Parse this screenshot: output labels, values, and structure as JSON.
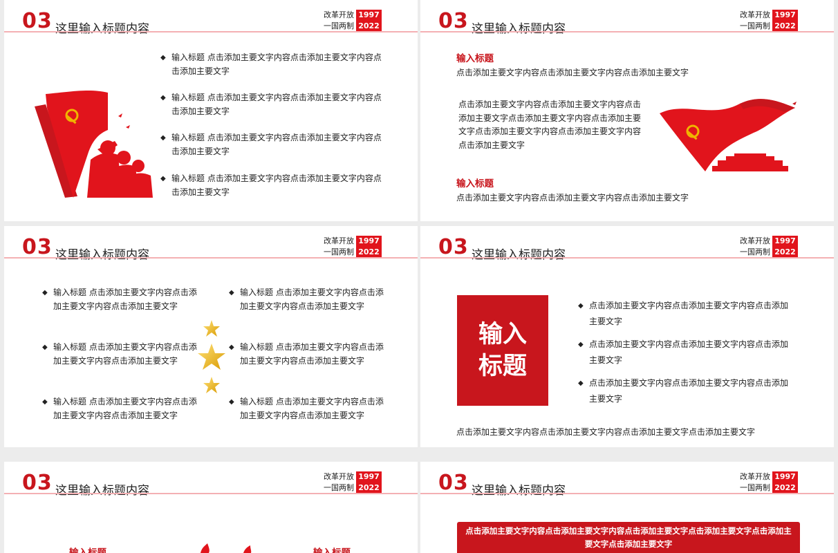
{
  "header": {
    "num": "03",
    "title": "这里输入标题内容",
    "slogan1": "改革开放",
    "slogan2": "一国两制",
    "year1": "1997",
    "year2": "2022"
  },
  "colors": {
    "accent": "#c8161d",
    "bright_red": "#e1141c",
    "gold": "#f0b400"
  },
  "slide1": {
    "bullets": [
      {
        "lead": "输入标题",
        "text": " 点击添加主要文字内容点击添加主要文字内容点击添加主要文字"
      },
      {
        "lead": "输入标题",
        "text": " 点击添加主要文字内容点击添加主要文字内容点击添加主要文字"
      },
      {
        "lead": "输入标题",
        "text": " 点击添加主要文字内容点击添加主要文字内容点击添加主要文字"
      },
      {
        "lead": "输入标题",
        "text": " 点击添加主要文字内容点击添加主要文字内容点击添加主要文字"
      }
    ]
  },
  "slide2": {
    "heading1": "输入标题",
    "line1": "点击添加主要文字内容点击添加主要文字内容点击添加主要文字",
    "para": "点击添加主要文字内容点击添加主要文字内容点击添加主要文字点击添加主要文字内容点击添加主要文字点击添加主要文字内容点击添加主要文字内容点击添加主要文字",
    "heading2": "输入标题",
    "line2": "点击添加主要文字内容点击添加主要文字内容点击添加主要文字"
  },
  "slide3": {
    "left": [
      {
        "lead": "输入标题",
        "text": " 点击添加主要文字内容点击添加主要文字内容点击添加主要文字"
      },
      {
        "lead": "输入标题",
        "text": " 点击添加主要文字内容点击添加主要文字内容点击添加主要文字"
      },
      {
        "lead": "输入标题",
        "text": " 点击添加主要文字内容点击添加主要文字内容点击添加主要文字"
      }
    ],
    "right": [
      {
        "lead": "输入标题",
        "text": " 点击添加主要文字内容点击添加主要文字内容点击添加主要文字"
      },
      {
        "lead": "输入标题",
        "text": " 点击添加主要文字内容点击添加主要文字内容点击添加主要文字"
      },
      {
        "lead": "输入标题",
        "text": " 点击添加主要文字内容点击添加主要文字内容点击添加主要文字"
      }
    ]
  },
  "slide4": {
    "box_line1": "输入",
    "box_line2": "标题",
    "bullets": [
      "点击添加主要文字内容点击添加主要文字内容点击添加主要文字",
      "点击添加主要文字内容点击添加主要文字内容点击添加主要文字",
      "点击添加主要文字内容点击添加主要文字内容点击添加主要文字"
    ],
    "footer": "点击添加主要文字内容点击添加主要文字内容点击添加主要文字点击添加主要文字"
  },
  "slide5": {
    "label_left": "输入标题",
    "label_right": "输入标题"
  },
  "slide6": {
    "banner": "点击添加主要文字内容点击添加主要文字内容点击添加主要文字点击添加主要文字点击添加主要文字点击添加主要文字"
  }
}
